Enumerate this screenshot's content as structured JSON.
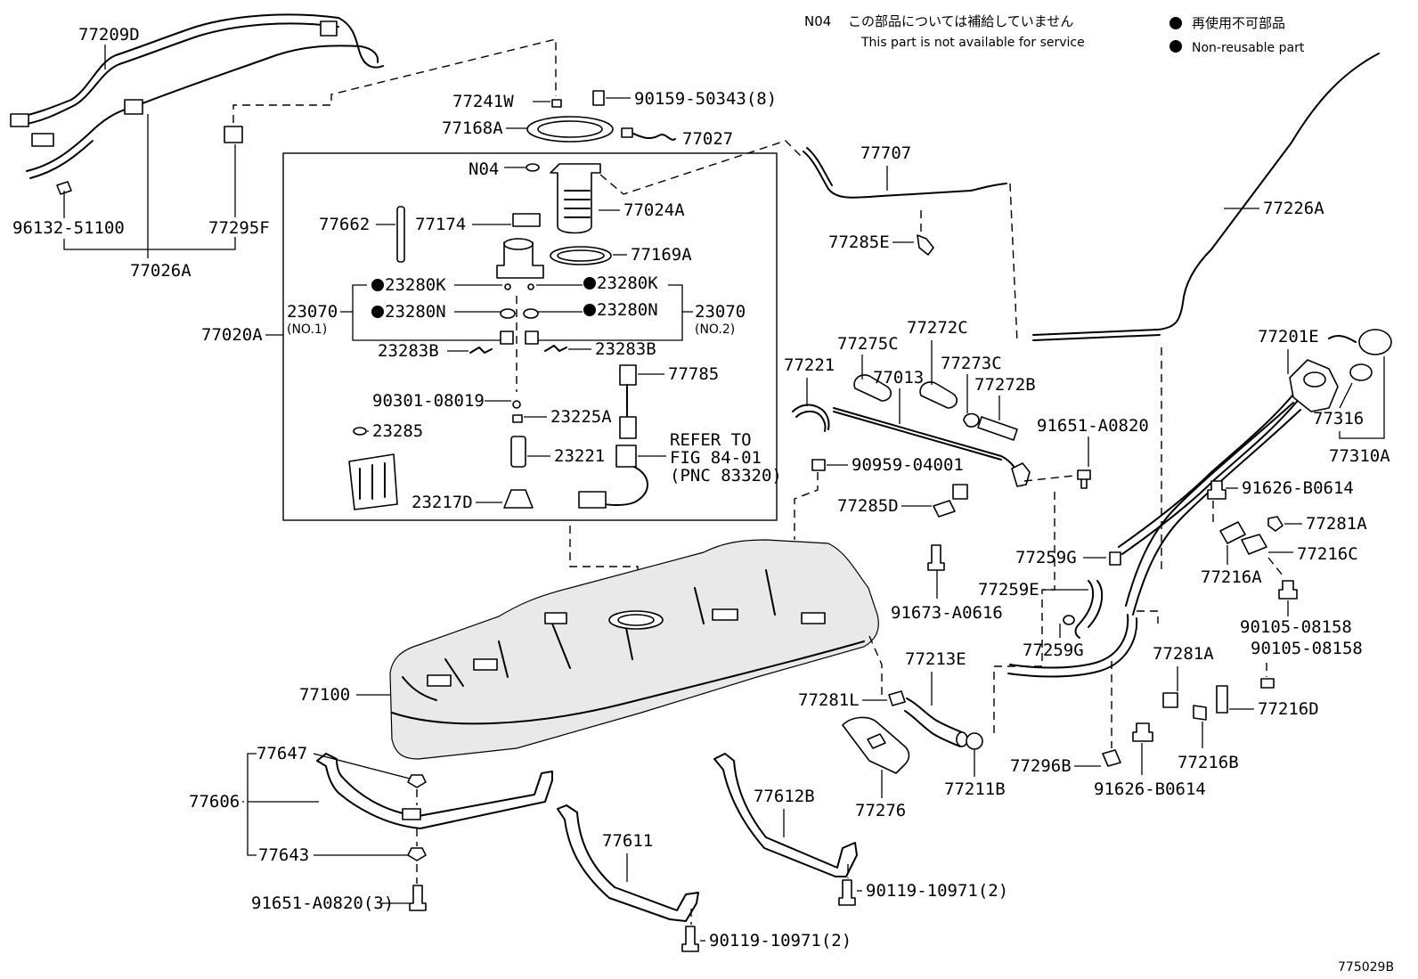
{
  "notes": {
    "n04_code": "N04",
    "n04_jp": "この部品については補給していません",
    "n04_en": "This part is not available for service",
    "legend_jp": "再使用不可部品",
    "legend_en": "Non-reusable part",
    "figure_id": "775029B"
  },
  "callouts": {
    "c77209D": "77209D",
    "c96132_51100": "96132-51100",
    "c77026A": "77026A",
    "c77295F": "77295F",
    "c77241W": "77241W",
    "c90159_50343": "90159-50343(8)",
    "c77168A": "77168A",
    "c77027": "77027",
    "cN04": "N04",
    "c77024A": "77024A",
    "c77662": "77662",
    "c77174": "77174",
    "c77169A": "77169A",
    "c23280K_l": "23280K",
    "c23280K_r": "23280K",
    "c23070_l": "23070",
    "c23070_r": "23070",
    "cNO1": "(NO.1)",
    "cNO2": "(NO.2)",
    "c23280N_l": "23280N",
    "c23280N_r": "23280N",
    "c77020A": "77020A",
    "c23283B_l": "23283B",
    "c23283B_r": "23283B",
    "c77785": "77785",
    "c90301_08019": "90301-08019",
    "c23225A": "23225A",
    "c23285": "23285",
    "c23221": "23221",
    "c23217D": "23217D",
    "refer1": "REFER TO",
    "refer2": "FIG 84-01",
    "refer3": "(PNC 83320)",
    "c77707": "77707",
    "c77285E": "77285E",
    "c77226A": "77226A",
    "c77275C": "77275C",
    "c77272C": "77272C",
    "c77221": "77221",
    "c77013": "77013",
    "c77273C": "77273C",
    "c77272B": "77272B",
    "c91651_A0820": "91651-A0820",
    "c90959_04001": "90959-04001",
    "c77285D": "77285D",
    "c77201E": "77201E",
    "c77316": "77316",
    "c77310A": "77310A",
    "c91626_B0614a": "91626-B0614",
    "c77281A_a": "77281A",
    "c77216C": "77216C",
    "c77216A": "77216A",
    "c77259G_a": "77259G",
    "c77259E": "77259E",
    "c91673_A0616": "91673-A0616",
    "c90105_08158a": "90105-08158",
    "c90105_08158b": "90105-08158",
    "c77259G_b": "77259G",
    "c77281A_b": "77281A",
    "c77213E": "77213E",
    "c77100": "77100",
    "c77281L": "77281L",
    "c77216D": "77216D",
    "c77216B": "77216B",
    "c77647": "77647",
    "c77606": "77606",
    "c77643": "77643",
    "c77276": "77276",
    "c77211B": "77211B",
    "c77296B": "77296B",
    "c91626_B0614b": "91626-B0614",
    "c77612B": "77612B",
    "c77611": "77611",
    "c91651_A0820_3": "91651-A0820(3)",
    "c90119_10971a": "90119-10971(2)",
    "c90119_10971b": "90119-10971(2)"
  }
}
